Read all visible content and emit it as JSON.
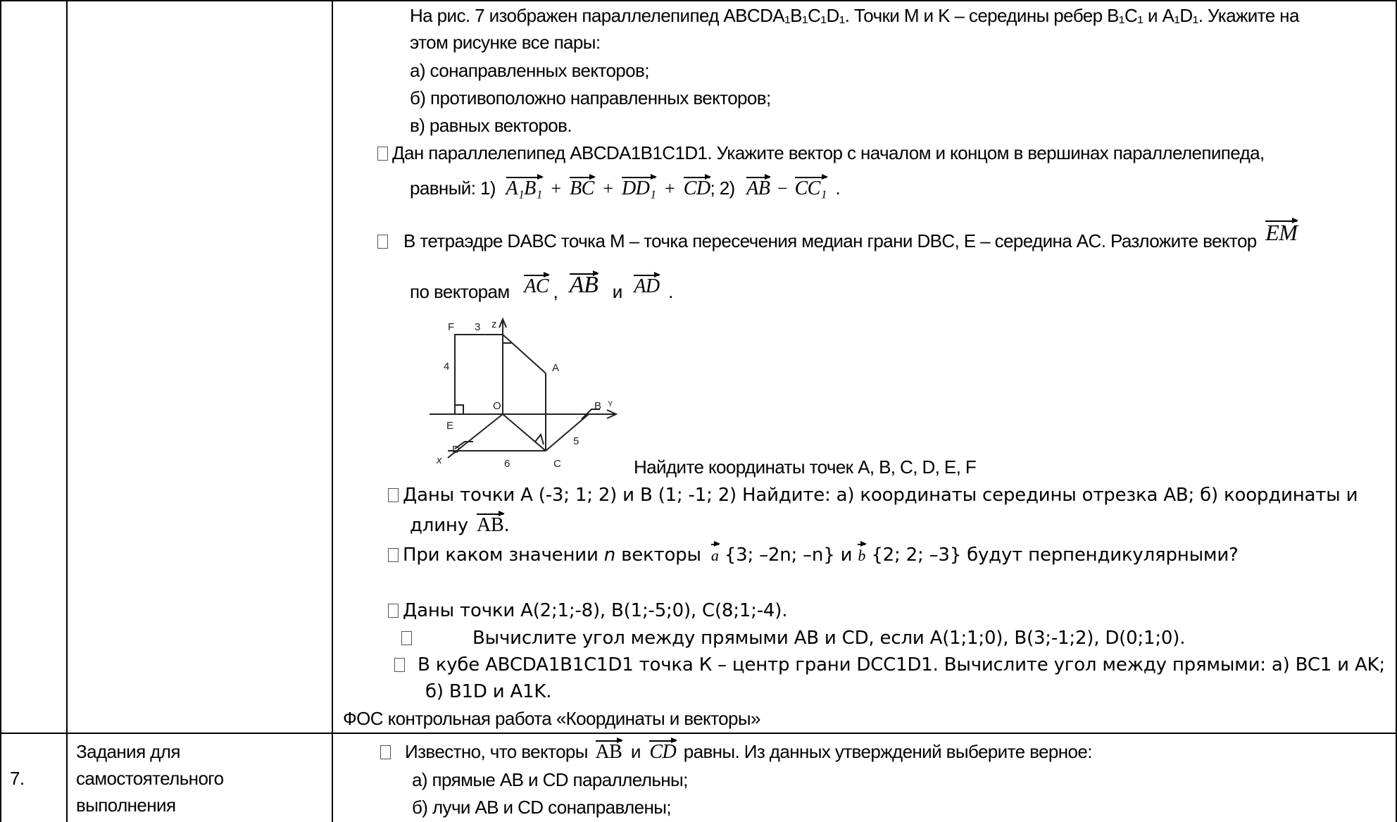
{
  "table": {
    "row7_number": "7.",
    "row7_label": [
      "Задания для",
      "самостоятельного",
      "выполнения"
    ]
  },
  "task1": {
    "line1": "На рис. 7 изображен параллелепипед ABCDA₁B₁C₁D₁. Точки M и K – середины ребер B₁C₁ и A₁D₁. Укажите на",
    "line2": "этом рисунке все пары:",
    "a": "а) сонаправленных векторов;",
    "b": "б) противоположно направленных векторов;",
    "c": "в) равных векторов."
  },
  "task2": {
    "line1": "Дан параллелепипед ABCDA1B1C1D1. Укажите вектор с началом и концом в вершинах параллелепипеда,",
    "prefix": "равный: 1)",
    "v1": "A₁B₁",
    "plus1": "+",
    "v2": "BC",
    "plus2": "+",
    "v3": "DD₁",
    "plus3": "+",
    "v4": "CD",
    "sep": "; 2)",
    "v5": "AB",
    "minus": "−",
    "v6": "CC₁",
    "end": "."
  },
  "task3": {
    "line1": "В тетраэдре DABC точка M – точка пересечения медиан грани DBC, E – середина AC. Разложите вектор",
    "v_em": "EM",
    "prefix2": "по векторам",
    "v_ac": "AC",
    "comma": ",",
    "v_ab": "AB",
    "and": "и",
    "v_ad": "AD",
    "end": "."
  },
  "figure": {
    "labels": {
      "F": "F",
      "three": "3",
      "z": "z",
      "A": "A",
      "four": "4",
      "O": "O",
      "B": "B",
      "y": "Y",
      "E": "E",
      "five": "5",
      "D": "D",
      "x": "x",
      "six": "6",
      "C": "C"
    },
    "caption": "Найдите координаты точек A, B, C, D, E, F"
  },
  "task4": {
    "line1": "Даны точки A (-3; 1; 2) и B (1; -1; 2) Найдите: а) координаты середины отрезка AB; б) координаты и",
    "line2_prefix": "длину",
    "line2_vec": "AB",
    "line2_end": "."
  },
  "task5": {
    "prefix": "При каком значении",
    "n": "n",
    "mid": "векторы",
    "a": "a",
    "a_coords": "{3; –2n; –n}",
    "and": "и",
    "b": "b",
    "b_coords": "{2; 2; –3}",
    "end": "будут перпендикулярными?"
  },
  "task6": {
    "line1": "Даны точки A(2;1;-8), B(1;-5;0), C(8;1;-4)."
  },
  "task7": {
    "line1": "Вычислите угол между прямыми AB и CD, если A(1;1;0), B(3;-1;2), D(0;1;0)."
  },
  "task8": {
    "line1": "В кубе ABCDA1B1C1D1 точка К – центр грани DCC1D1. Вычислите угол между прямыми: а) BC1 и AK;",
    "line2": "б) B1D и A1K."
  },
  "fos": "ФОС контрольная работа «Координаты и векторы»",
  "task9": {
    "prefix": "Известно, что векторы",
    "v_ab": "AB",
    "and": "и",
    "v_cd": "CD",
    "end": "равны. Из данных утверждений выберите верное:",
    "a": "а) прямые AB и CD параллельны;",
    "b": "б) лучи AB и CD сонаправлены;"
  }
}
